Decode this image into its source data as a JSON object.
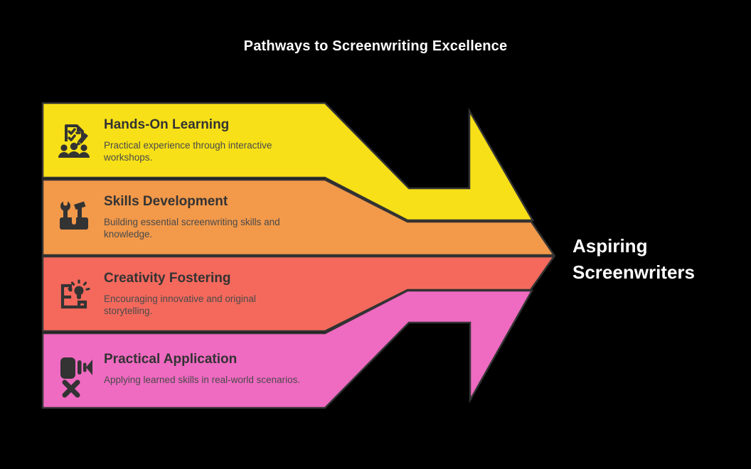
{
  "title": "Pathways to Screenwriting Excellence",
  "target": {
    "label": "Aspiring Screenwriters"
  },
  "colors": {
    "background": "#000000",
    "outline": "#333333",
    "band_title_text": "#333333",
    "band_desc_text": "#4a4a4a",
    "heading_text": "#ffffff"
  },
  "bands": [
    {
      "title": "Hands-On Learning",
      "description": "Practical experience through interactive workshops.",
      "color": "#F7E017",
      "icon": "workshop-checklist-icon"
    },
    {
      "title": "Skills Development",
      "description": "Building essential screenwriting skills and knowledge.",
      "color": "#F2994A",
      "icon": "toolbox-icon"
    },
    {
      "title": "Creativity Fostering",
      "description": "Encouraging innovative and original storytelling.",
      "color": "#F4695C",
      "icon": "blueprint-idea-icon"
    },
    {
      "title": "Practical Application",
      "description": "Applying learned skills in real-world scenarios.",
      "color": "#EF6AC1",
      "icon": "video-camera-icon"
    }
  ]
}
